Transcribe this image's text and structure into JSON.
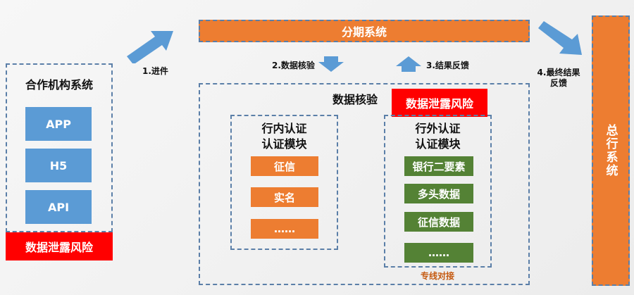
{
  "partner": {
    "title": "合作机构系统",
    "items": [
      "APP",
      "H5",
      "API"
    ],
    "risk": "数据泄露风险"
  },
  "installment": {
    "title": "分期系统"
  },
  "head_office": {
    "title": "总行系统"
  },
  "steps": {
    "s1": "1.进件",
    "s2": "2.数据核验",
    "s3": "3.结果反馈",
    "s4a": "4.最终结果",
    "s4b": "反馈"
  },
  "verify": {
    "title": "数据核验",
    "risk": "数据泄露风险",
    "internal": {
      "title1": "行内认证",
      "title2": "认证模块",
      "items": [
        "征信",
        "实名",
        "……"
      ]
    },
    "external": {
      "title1": "行外认证",
      "title2": "认证模块",
      "items": [
        "银行二要素",
        "多头数据",
        "征信数据",
        "……"
      ],
      "note": "专线对接"
    }
  },
  "colors": {
    "blue": "#5b9bd5",
    "orange": "#ed7d31",
    "green": "#548235",
    "red": "#ff0000"
  }
}
